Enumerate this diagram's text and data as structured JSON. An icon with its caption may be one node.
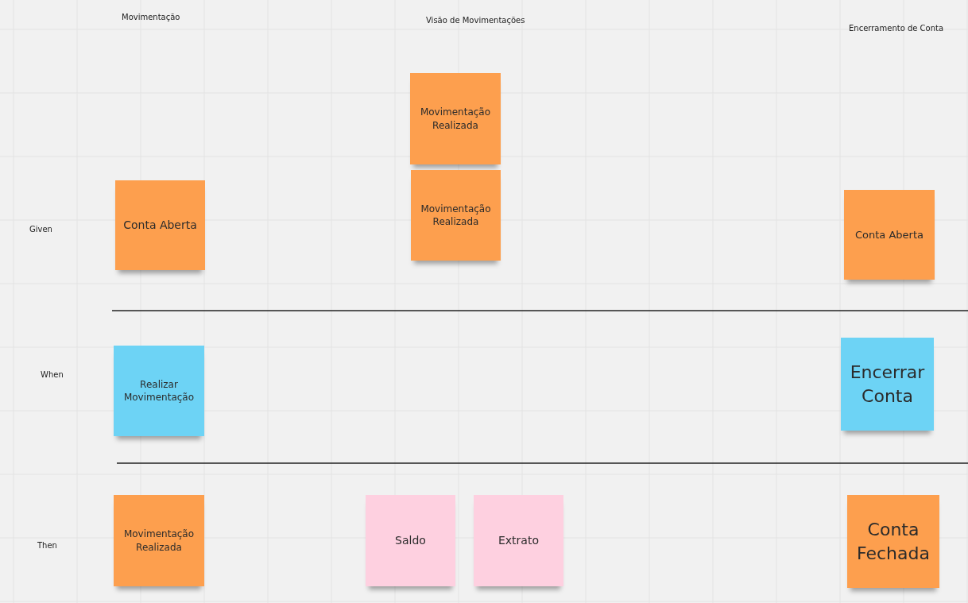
{
  "diagram": {
    "nodes": [
      {
        "text": [
          "Movimentação Realizada"
        ]
      },
      {
        "text": [
          "Conta Aberta"
        ]
      },
      {
        "text": [
          "Movimentação Realizada"
        ]
      },
      {
        "text": [
          "Conta Aberta"
        ]
      },
      {
        "text": [
          "Realizar Movimentação"
        ]
      },
      {
        "text": [
          "Encerrar Conta"
        ]
      },
      {
        "text": [
          "Movimentação Realizada"
        ]
      },
      {
        "text": [
          "Saldo"
        ]
      },
      {
        "text": [
          "Extrato"
        ]
      },
      {
        "text": [
          "Conta Fechada"
        ]
      }
    ],
    "labels": [
      "Movimentação",
      "Visão de Movimentações",
      "Encerramento de Conta",
      "Given",
      "When",
      "Then"
    ]
  }
}
